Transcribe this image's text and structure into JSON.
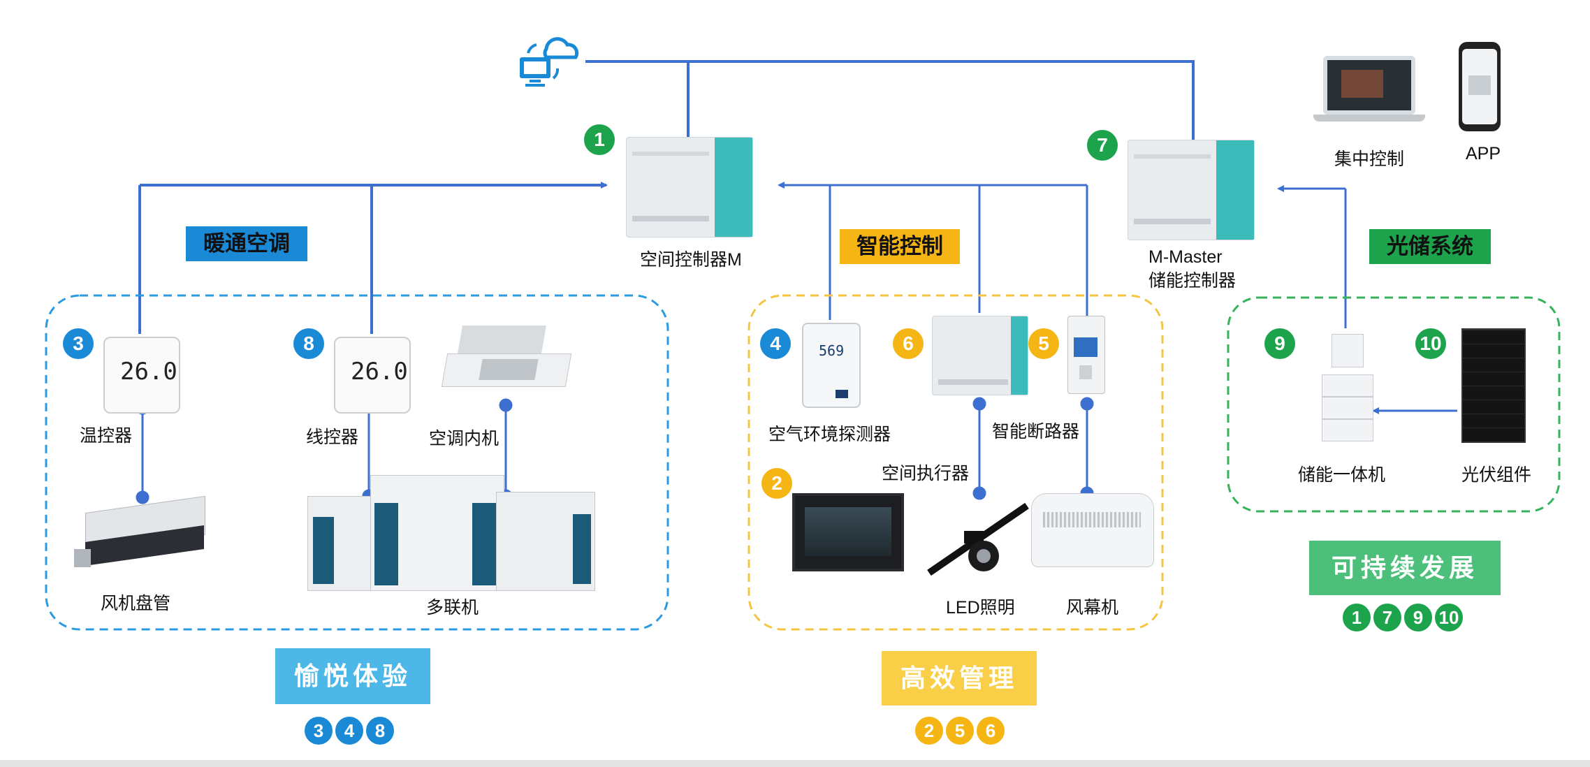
{
  "colors": {
    "blue": "#1a8ad6",
    "green": "#1da34b",
    "yellow": "#f5b515",
    "wire": "#3d6fd1",
    "dash_blue": "#2a9be0",
    "dash_yellow": "#f5c542",
    "dash_green": "#36b35a"
  },
  "cloud": {
    "icon": "cloud-computer-icon"
  },
  "top_right": {
    "central_label": "集中控制",
    "app_label": "APP"
  },
  "controllers": {
    "m": {
      "num": "1",
      "label": "空间控制器M"
    },
    "master": {
      "num": "7",
      "label_line1": "M-Master",
      "label_line2": "储能控制器"
    }
  },
  "sections": {
    "hvac": {
      "tag": "暖通空调",
      "devices": {
        "thermostat": {
          "num": "3",
          "label": "温控器",
          "display": "26.0"
        },
        "wire_controller": {
          "num": "8",
          "label": "线控器",
          "display": "26.0"
        },
        "indoor_unit": {
          "label": "空调内机"
        },
        "fan_coil": {
          "label": "风机盘管"
        },
        "vrf": {
          "label": "多联机"
        }
      },
      "footer": {
        "title": "愉悦体验",
        "nums": [
          "3",
          "4",
          "8"
        ]
      }
    },
    "smart": {
      "tag": "智能控制",
      "devices": {
        "air_sensor": {
          "num": "4",
          "label": "空气环境探测器",
          "display": "569"
        },
        "actuator": {
          "num": "6",
          "label": "空间执行器"
        },
        "breaker": {
          "num": "5",
          "label": "智能断路器"
        },
        "panel": {
          "num": "2"
        },
        "led": {
          "label": "LED照明"
        },
        "air_curtain": {
          "label": "风幕机"
        }
      },
      "footer": {
        "title": "高效管理",
        "nums": [
          "2",
          "5",
          "6"
        ]
      }
    },
    "storage": {
      "tag": "光储系统",
      "devices": {
        "ess": {
          "num": "9",
          "label": "储能一体机"
        },
        "pv": {
          "num": "10",
          "label": "光伏组件"
        }
      },
      "footer": {
        "title": "可持续发展",
        "nums": [
          "1",
          "7",
          "9",
          "10"
        ]
      }
    }
  }
}
